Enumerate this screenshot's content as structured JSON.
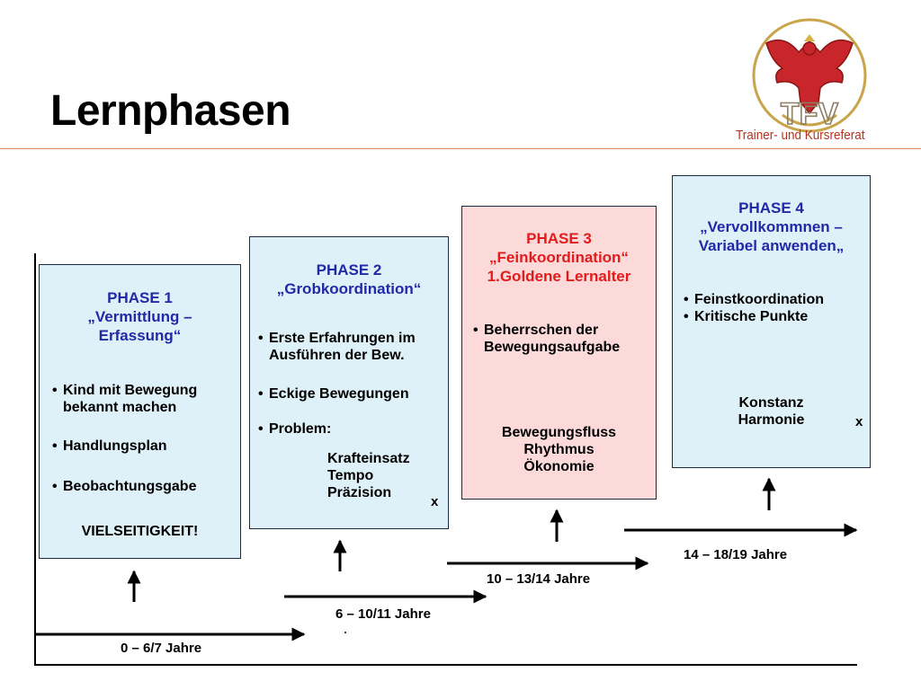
{
  "title": "Lernphasen",
  "logo": {
    "letters": "TFV",
    "caption": "Trainer- und Kursreferat"
  },
  "phases": [
    {
      "heading": [
        "PHASE 1",
        "„Vermittlung –",
        "Erfassung“"
      ],
      "bullets": [
        "Kind mit Bewegung bekannt machen",
        "Handlungsplan",
        "Beobachtungsgabe"
      ],
      "note": "VIELSEITIGKEIT!",
      "age": "0 – 6/7 Jahre"
    },
    {
      "heading": [
        "PHASE 2",
        "„Grobkoordination“"
      ],
      "bullets": [
        "Erste Erfahrungen im Ausführen der Bew.",
        "Eckige Bewegungen",
        "Problem:"
      ],
      "problem_items": [
        "Krafteinsatz",
        "Tempo",
        "Präzision"
      ],
      "x": "x",
      "age": "6 – 10/11 Jahre"
    },
    {
      "heading": [
        "PHASE 3",
        "„Feinkoordination“",
        "1.Goldene Lernalter"
      ],
      "bullets": [
        "Beherrschen der Bewegungsaufgabe"
      ],
      "qualities": [
        "Bewegungsfluss",
        "Rhythmus",
        "Ökonomie"
      ],
      "age": "10 – 13/14 Jahre"
    },
    {
      "heading": [
        "PHASE 4",
        "„Vervollkommnen –",
        "Variabel anwenden„"
      ],
      "bullets": [
        "Feinstkoordination",
        "Kritische Punkte"
      ],
      "qualities": [
        "Konstanz",
        "Harmonie"
      ],
      "x": "x",
      "age": "14 – 18/19 Jahre"
    }
  ]
}
